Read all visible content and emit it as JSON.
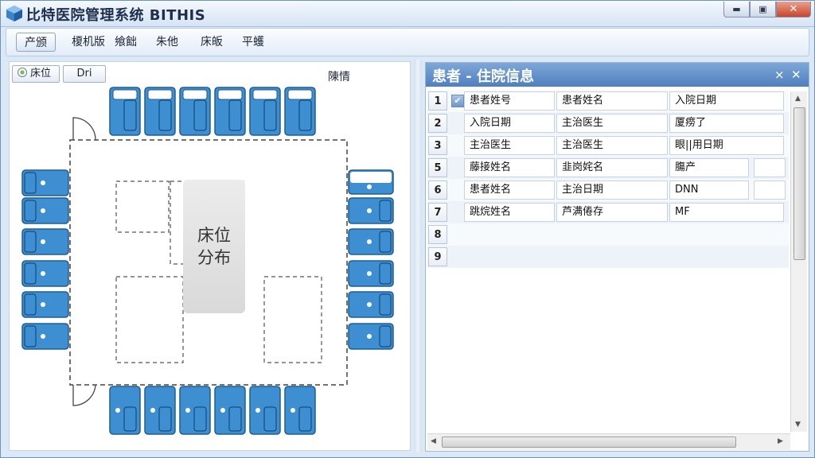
{
  "window": {
    "title": "比特医院管理系统 BITHIS",
    "minimize_glyph": "▬",
    "maximize_glyph": "▣",
    "close_glyph": "✕"
  },
  "toolbar": {
    "items": [
      "产颁",
      "榎机版",
      "飨飿",
      "朱他",
      "床皈",
      "平蠖"
    ]
  },
  "left_panel": {
    "bed_button": "床位",
    "second_button": "Dri",
    "label": "陳情",
    "center_label_line1": "床位",
    "center_label_line2": "分布"
  },
  "right_panel": {
    "title": "患者 - 住院信息",
    "pin_glyph": "⨯",
    "close_glyph": "✕",
    "rows": [
      {
        "num": "1",
        "cells": [
          "患者姓号",
          "患者姓名",
          "入院日期"
        ],
        "checked": true
      },
      {
        "num": "2",
        "cells": [
          "入院日期",
          "主治医生",
          "厦痨了"
        ],
        "checked": false
      },
      {
        "num": "3",
        "cells": [
          "主治医生",
          "主治医生",
          "眼||用日期"
        ],
        "checked": false
      },
      {
        "num": "5",
        "cells": [
          "藤接姓名",
          "韭岗姹名",
          "膓产"
        ],
        "checked": false
      },
      {
        "num": "6",
        "cells": [
          "患者姓名",
          "主治日期",
          "DNN"
        ],
        "checked": false
      },
      {
        "num": "7",
        "cells": [
          "跳烷姓名",
          "芦满倦存",
          "MF"
        ],
        "checked": false
      },
      {
        "num": "8",
        "cells": [],
        "checked": false
      },
      {
        "num": "9",
        "cells": [],
        "checked": false
      }
    ],
    "scroll_up": "▲",
    "scroll_down": "▼",
    "scroll_left": "◀",
    "scroll_right": "▶"
  },
  "colors": {
    "bed": "#3d8fd1",
    "bed_border": "#1f5d94",
    "header": "#4f7fbf"
  }
}
